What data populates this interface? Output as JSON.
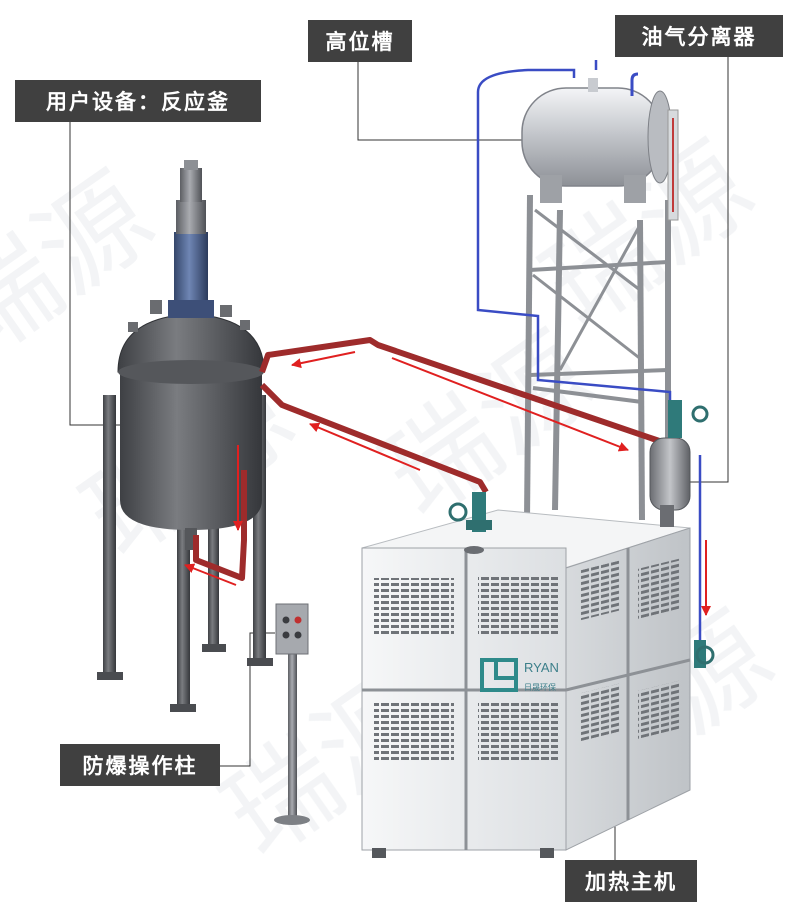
{
  "labels": {
    "reactor": "用户设备：反应釜",
    "tank": "高位槽",
    "separator": "油气分离器",
    "column": "防爆操作柱",
    "heater": "加热主机"
  },
  "heater_brand": {
    "logo_text": "RYAN",
    "sub_text": "日晟环保"
  },
  "watermark": "瑞源",
  "colors": {
    "label_bg": "#404040",
    "label_text": "#ffffff",
    "hot_pipe": "#a32a2a",
    "arrow": "#e02020",
    "cold_pipe": "#3a4cc4",
    "steel": "#8a8c90",
    "cabinet": "#eceef0",
    "logo": "#2e8a8a"
  }
}
